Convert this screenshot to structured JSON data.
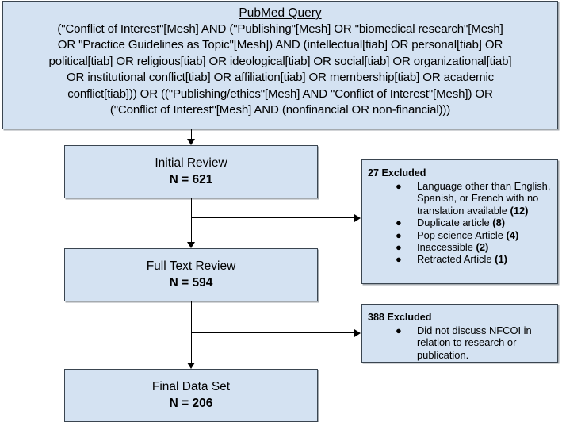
{
  "diagram": {
    "title": "PRISMA-style study selection flow diagram",
    "accent_fill": "#d4e2f2",
    "border_color": "#3a4550",
    "connector_color": "#000000"
  },
  "query_box": {
    "heading": "PubMed Query",
    "text": "(\"Conflict of Interest\"[Mesh] AND (\"Publishing\"[Mesh] OR \"biomedical research\"[Mesh]\nOR \"Practice Guidelines as Topic\"[Mesh]) AND (intellectual[tiab] OR personal[tiab] OR\npolitical[tiab] OR religious[tiab] OR ideological[tiab] OR social[tiab] OR organizational[tiab]\nOR institutional conflict[tiab] OR affiliation[tiab] OR membership[tiab] OR academic\nconflict[tiab])) OR ((\"Publishing/ethics\"[Mesh] AND \"Conflict of Interest\"[Mesh]) OR\n(\"Conflict of Interest\"[Mesh] AND (nonfinancial OR non-financial)))"
  },
  "stages": [
    {
      "label": "Initial Review",
      "count": "N = 621"
    },
    {
      "label": "Full Text Review",
      "count": "N = 594"
    },
    {
      "label": "Final Data Set",
      "count": "N = 206"
    }
  ],
  "exclusions": [
    {
      "title": "27 Excluded",
      "items": [
        {
          "text": "Language other than English, Spanish, or French with no translation available ",
          "count": "(12)"
        },
        {
          "text": "Duplicate article ",
          "count": "(8)"
        },
        {
          "text": "Pop science Article ",
          "count": "(4)"
        },
        {
          "text": "Inaccessible ",
          "count": "(2)"
        },
        {
          "text": "Retracted Article ",
          "count": "(1)"
        }
      ]
    },
    {
      "title": "388 Excluded",
      "items": [
        {
          "text": "Did not discuss NFCOI in relation to research or publication.",
          "count": ""
        }
      ]
    }
  ]
}
